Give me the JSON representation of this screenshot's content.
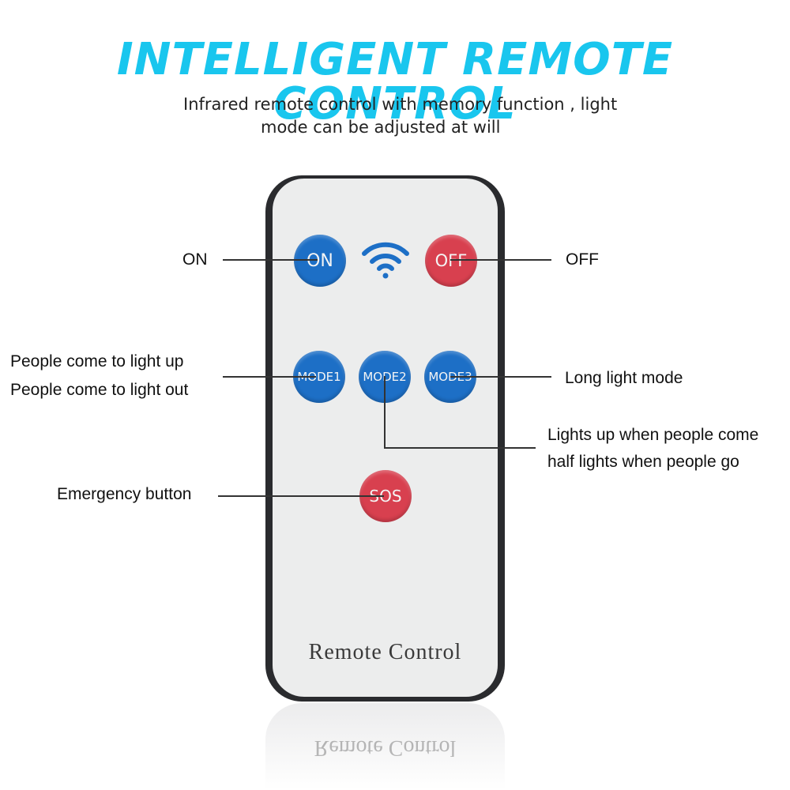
{
  "header": {
    "title": "INTELLIGENT REMOTE CONTROL",
    "subtitle_line1": "Infrared remote control with memory function , light",
    "subtitle_line2": "mode can be adjusted at will"
  },
  "remote": {
    "label": "Remote Control",
    "reflection_label": "Remote Control",
    "buttons": {
      "on": "ON",
      "off": "OFF",
      "mode1": "MODE1",
      "mode2": "MODE2",
      "mode3": "MODE3",
      "sos": "SOS"
    },
    "icons": {
      "signal": "wifi-signal-icon"
    },
    "colors": {
      "blue": "#1d6fc6",
      "red": "#d8404f",
      "title": "#19c6ee"
    }
  },
  "annotations": {
    "on": "ON",
    "off": "OFF",
    "mode1_line1": "People come to light up",
    "mode1_line2": "People come to light out",
    "mode3": "Long light mode",
    "mode2_line1": "Lights up when people come",
    "mode2_line2": "half lights when people go",
    "sos": "Emergency button"
  }
}
